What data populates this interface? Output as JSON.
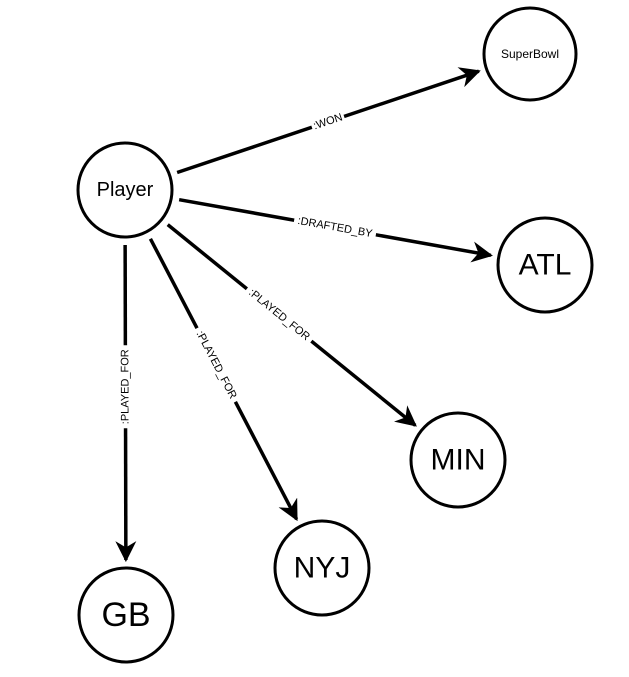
{
  "nodes": {
    "player": "Player",
    "superbowl": "SuperBowl",
    "atl": "ATL",
    "min": "MIN",
    "nyj": "NYJ",
    "gb": "GB"
  },
  "edges": [
    {
      "from": "player",
      "to": "superbowl",
      "label": ":WON"
    },
    {
      "from": "player",
      "to": "atl",
      "label": ":DRAFTED_BY"
    },
    {
      "from": "player",
      "to": "min",
      "label": ":PLAYED_FOR"
    },
    {
      "from": "player",
      "to": "nyj",
      "label": ":PLAYED_FOR"
    },
    {
      "from": "player",
      "to": "gb",
      "label": ":PLAYED_FOR"
    }
  ]
}
